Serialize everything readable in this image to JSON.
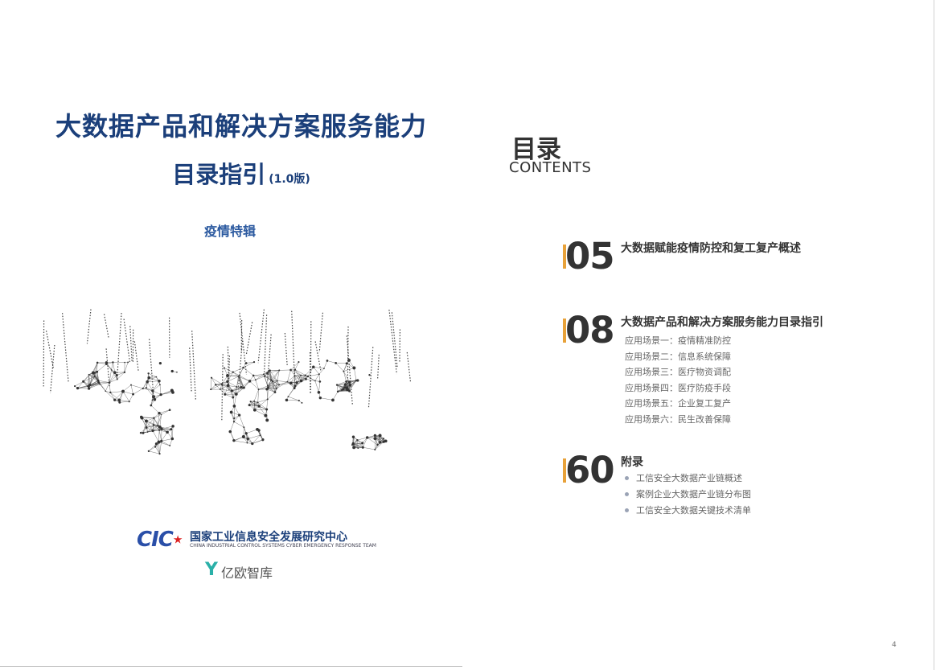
{
  "cover": {
    "title_line1": "大数据产品和解决方案服务能力",
    "title_line2": "目录指引",
    "version": "(1.0版)",
    "special": "疫情特辑",
    "org1": {
      "logo_text": "CIC",
      "name_cn": "国家工业信息安全发展研究中心",
      "name_en": "CHINA INDUSTRIAL CONTROL SYSTEMS CYBER EMERGENCY RESPONSE TEAM"
    },
    "org2": {
      "logo_mark": "Y",
      "name": "亿欧智库"
    }
  },
  "toc": {
    "title": "目录",
    "title_en": "CONTENTS",
    "sections": [
      {
        "page": "05",
        "title": "大数据赋能疫情防控和复工复产概述"
      },
      {
        "page": "08",
        "title": "大数据产品和解决方案服务能力目录指引",
        "items": [
          "应用场景一：疫情精准防控",
          "应用场景二：信息系统保障",
          "应用场景三：医疗物资调配",
          "应用场景四：医疗防疫手段",
          "应用场景五：企业复工复产",
          "应用场景六：民生改善保障"
        ]
      },
      {
        "page": "60",
        "title": "附录",
        "items": [
          "工信安全大数据产业链概述",
          "案例企业大数据产业链分布图",
          "工信安全大数据关键技术清单"
        ]
      }
    ]
  },
  "page_number": "4",
  "colors": {
    "title_blue": "#1b3f7a",
    "accent_orange": "#e8a23a",
    "teal": "#2ab0a8"
  }
}
